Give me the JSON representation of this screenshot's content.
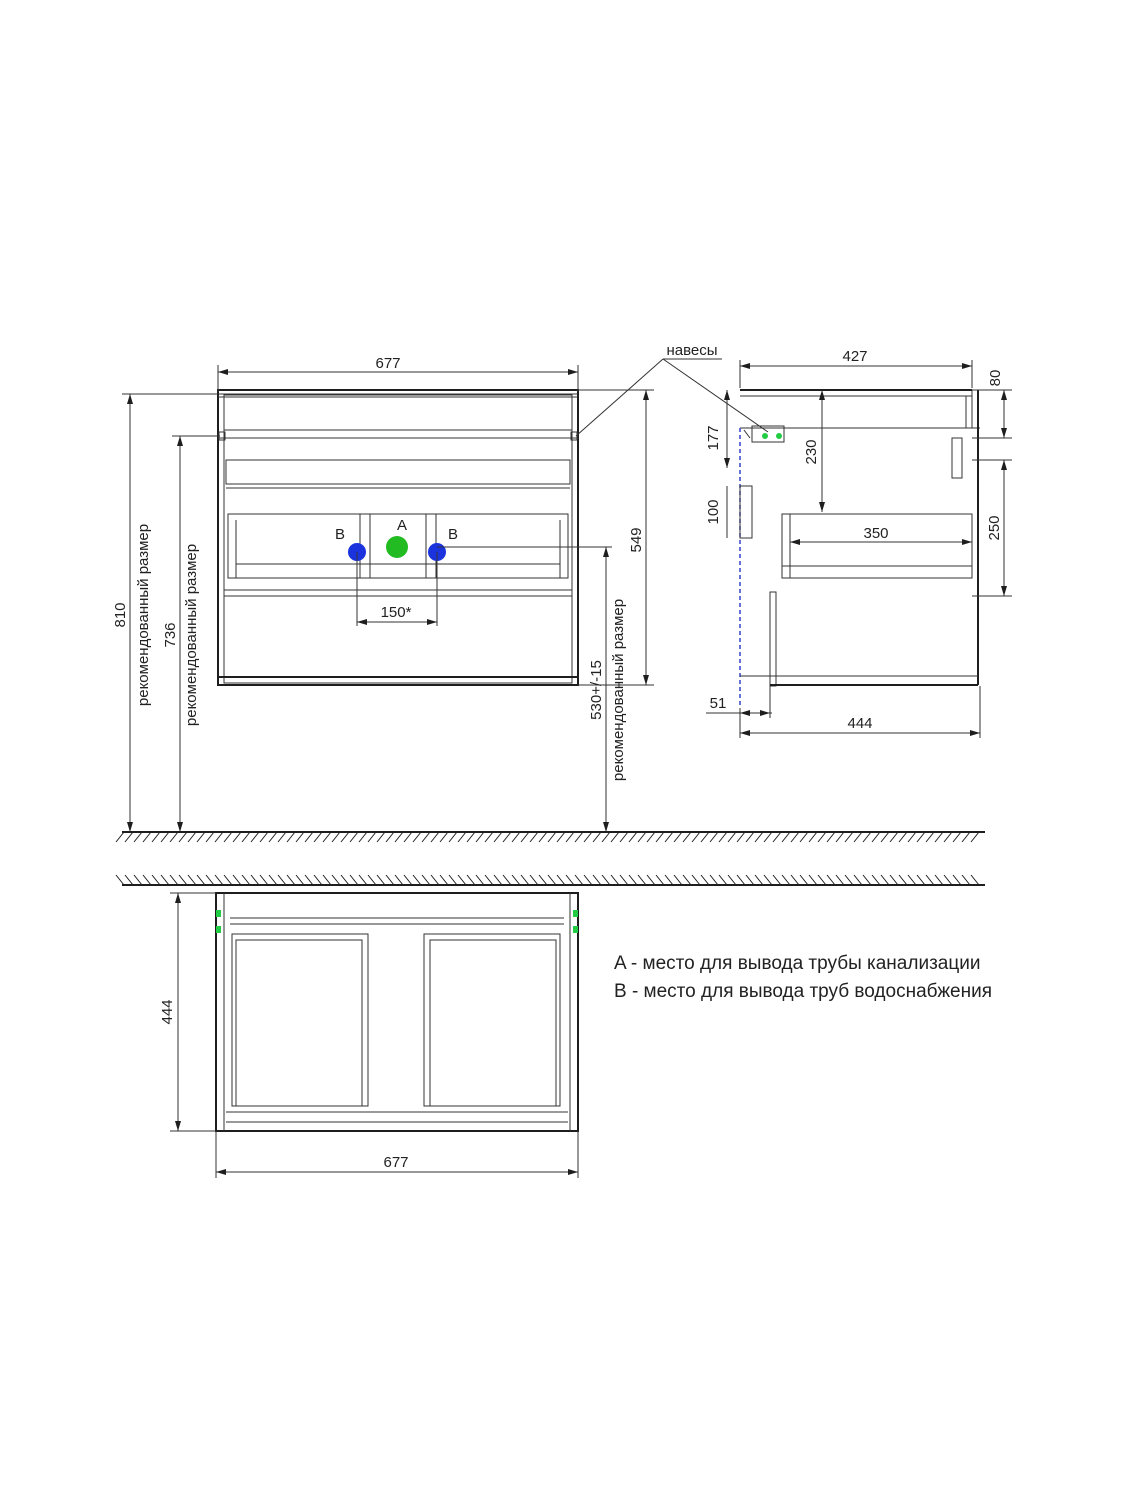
{
  "hinges_label": "навесы",
  "front": {
    "width": "677",
    "height_total": "549",
    "pipe_spacing": "150*",
    "overall_height": "810",
    "sink_height": "736",
    "pipe_height": "530+/-15",
    "rec_size": "рекомендованный размер",
    "label_a": "A",
    "label_b_left": "B",
    "label_b_right": "B"
  },
  "side": {
    "depth_top": "427",
    "top_thickness": "80",
    "hinge_offset": "177",
    "drawer_gap": "230",
    "bracket_height": "100",
    "drawer_depth": "350",
    "drawer_height": "250",
    "wall_offset": "51",
    "depth_bottom": "444"
  },
  "bottom": {
    "depth": "444",
    "width": "677"
  },
  "legend": [
    "A - место для вывода трубы канализации",
    "B - место для вывода труб водоснабжения"
  ],
  "colors": {
    "line": "#1e1e1e",
    "pipe_a": "#22bb22",
    "pipe_b": "#1a33dd",
    "hinge": "#22cc44",
    "wall_line": "#3344cc"
  }
}
